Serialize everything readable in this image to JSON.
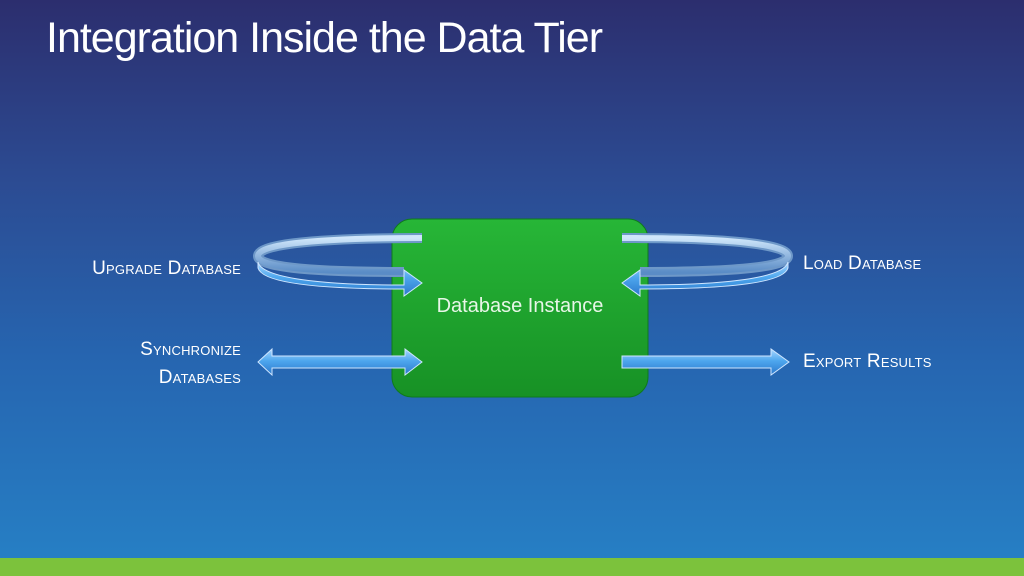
{
  "slide": {
    "title": "Integration Inside the Data Tier"
  },
  "diagram": {
    "center_box": {
      "label": "Database Instance",
      "color": "#1fa82e"
    },
    "left": {
      "upgrade_label": "Upgrade Database",
      "synchronize_label_line1": "Synchronize",
      "synchronize_label_line2": "Databases"
    },
    "right": {
      "load_label": "Load Database",
      "export_label": "Export Results"
    },
    "arrow_color": "#4aa8ee"
  },
  "colors": {
    "background_top": "#2c2e6e",
    "background_bottom": "#2681c6",
    "footer_bar": "#7cc23c"
  }
}
